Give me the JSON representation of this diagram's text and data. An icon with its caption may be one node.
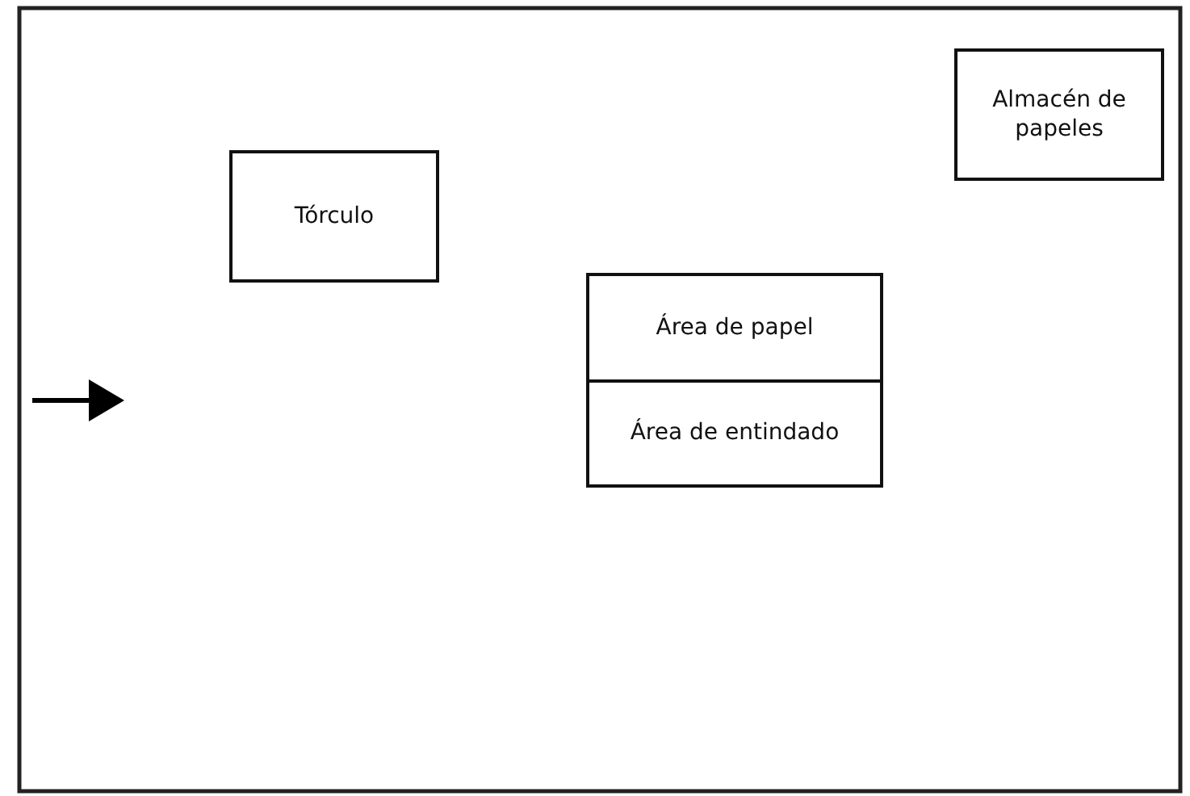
{
  "diagram": {
    "nodes": [
      {
        "text": [
          "Tórculo"
        ]
      },
      {
        "text": [
          "Almacén de papeles"
        ]
      },
      {
        "text": [
          "Área de papel"
        ]
      },
      {
        "text": [
          "Área de entindado"
        ]
      }
    ]
  }
}
